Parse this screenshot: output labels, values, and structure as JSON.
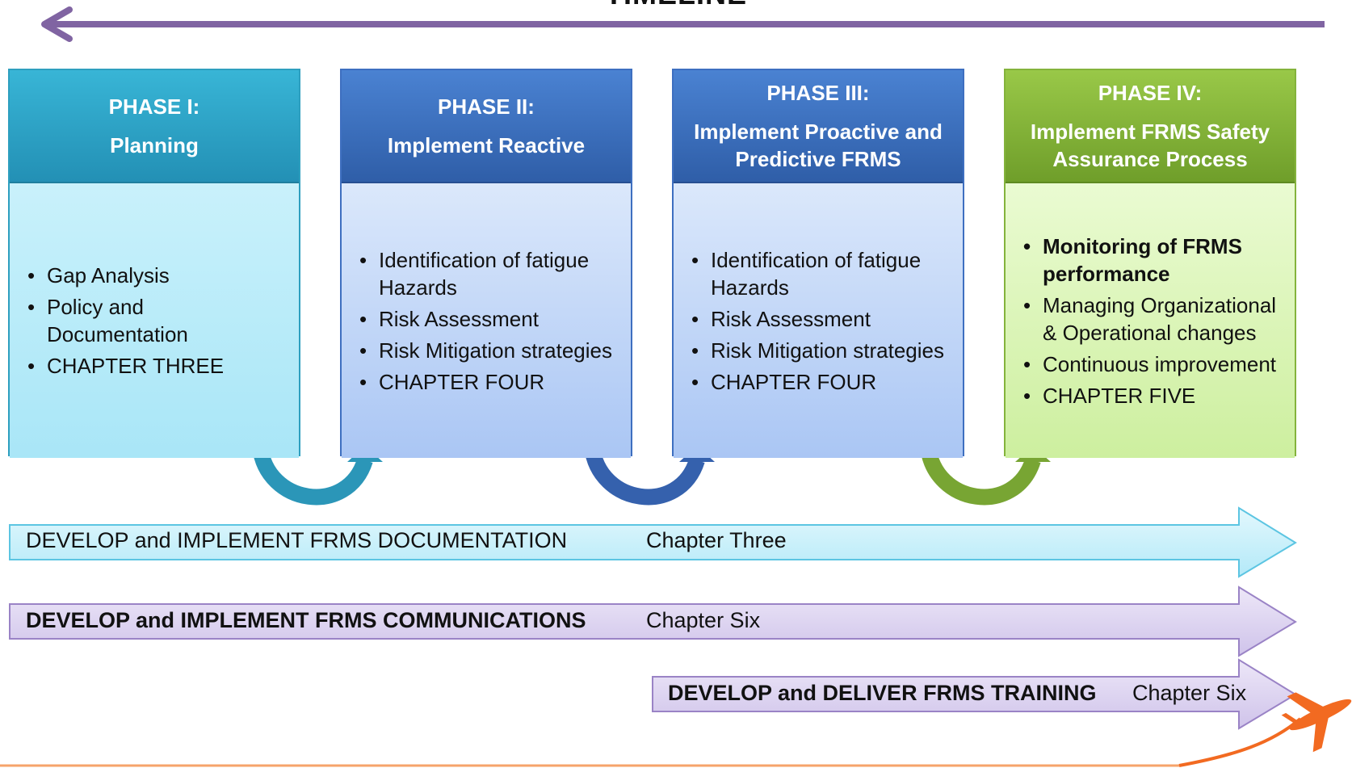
{
  "title": "TIMELINE",
  "phases": [
    {
      "heading": "PHASE I:",
      "subheading": "Planning",
      "items": [
        "Gap Analysis",
        "Policy and Documentation",
        "CHAPTER THREE"
      ]
    },
    {
      "heading": "PHASE II:",
      "subheading": "Implement Reactive",
      "items": [
        "Identification of fatigue Hazards",
        "Risk Assessment",
        "Risk Mitigation strategies",
        "CHAPTER FOUR"
      ]
    },
    {
      "heading": "PHASE III:",
      "subheading": "Implement Proactive and Predictive FRMS",
      "items": [
        "Identification of fatigue Hazards",
        "Risk Assessment",
        "Risk Mitigation strategies",
        "CHAPTER FOUR"
      ]
    },
    {
      "heading": "PHASE IV:",
      "subheading": "Implement FRMS Safety Assurance Process",
      "items": [
        "Monitoring of FRMS performance",
        "Managing Organizational & Operational changes",
        "Continuous improvement",
        "CHAPTER FIVE"
      ]
    }
  ],
  "bars": [
    {
      "label": "DEVELOP and IMPLEMENT FRMS DOCUMENTATION",
      "chapter": "Chapter Three"
    },
    {
      "label": "DEVELOP and IMPLEMENT FRMS COMMUNICATIONS",
      "chapter": "Chapter Six"
    },
    {
      "label": "DEVELOP and DELIVER FRMS TRAINING",
      "chapter": "Chapter Six"
    }
  ],
  "colors": {
    "timeline_arrow": "#8064a2",
    "phase1": "#31a9cc",
    "phase2": "#3b70c1",
    "phase3": "#3b70c1",
    "phase4": "#86b83d",
    "bar_documentation": "#bfeefa",
    "bar_communications": "#d8cfee",
    "bar_training": "#d8cfee",
    "airplane": "#f26a21"
  },
  "icons": [
    "timeline-arrow-icon",
    "curved-arrow-icon",
    "airplane-icon"
  ]
}
